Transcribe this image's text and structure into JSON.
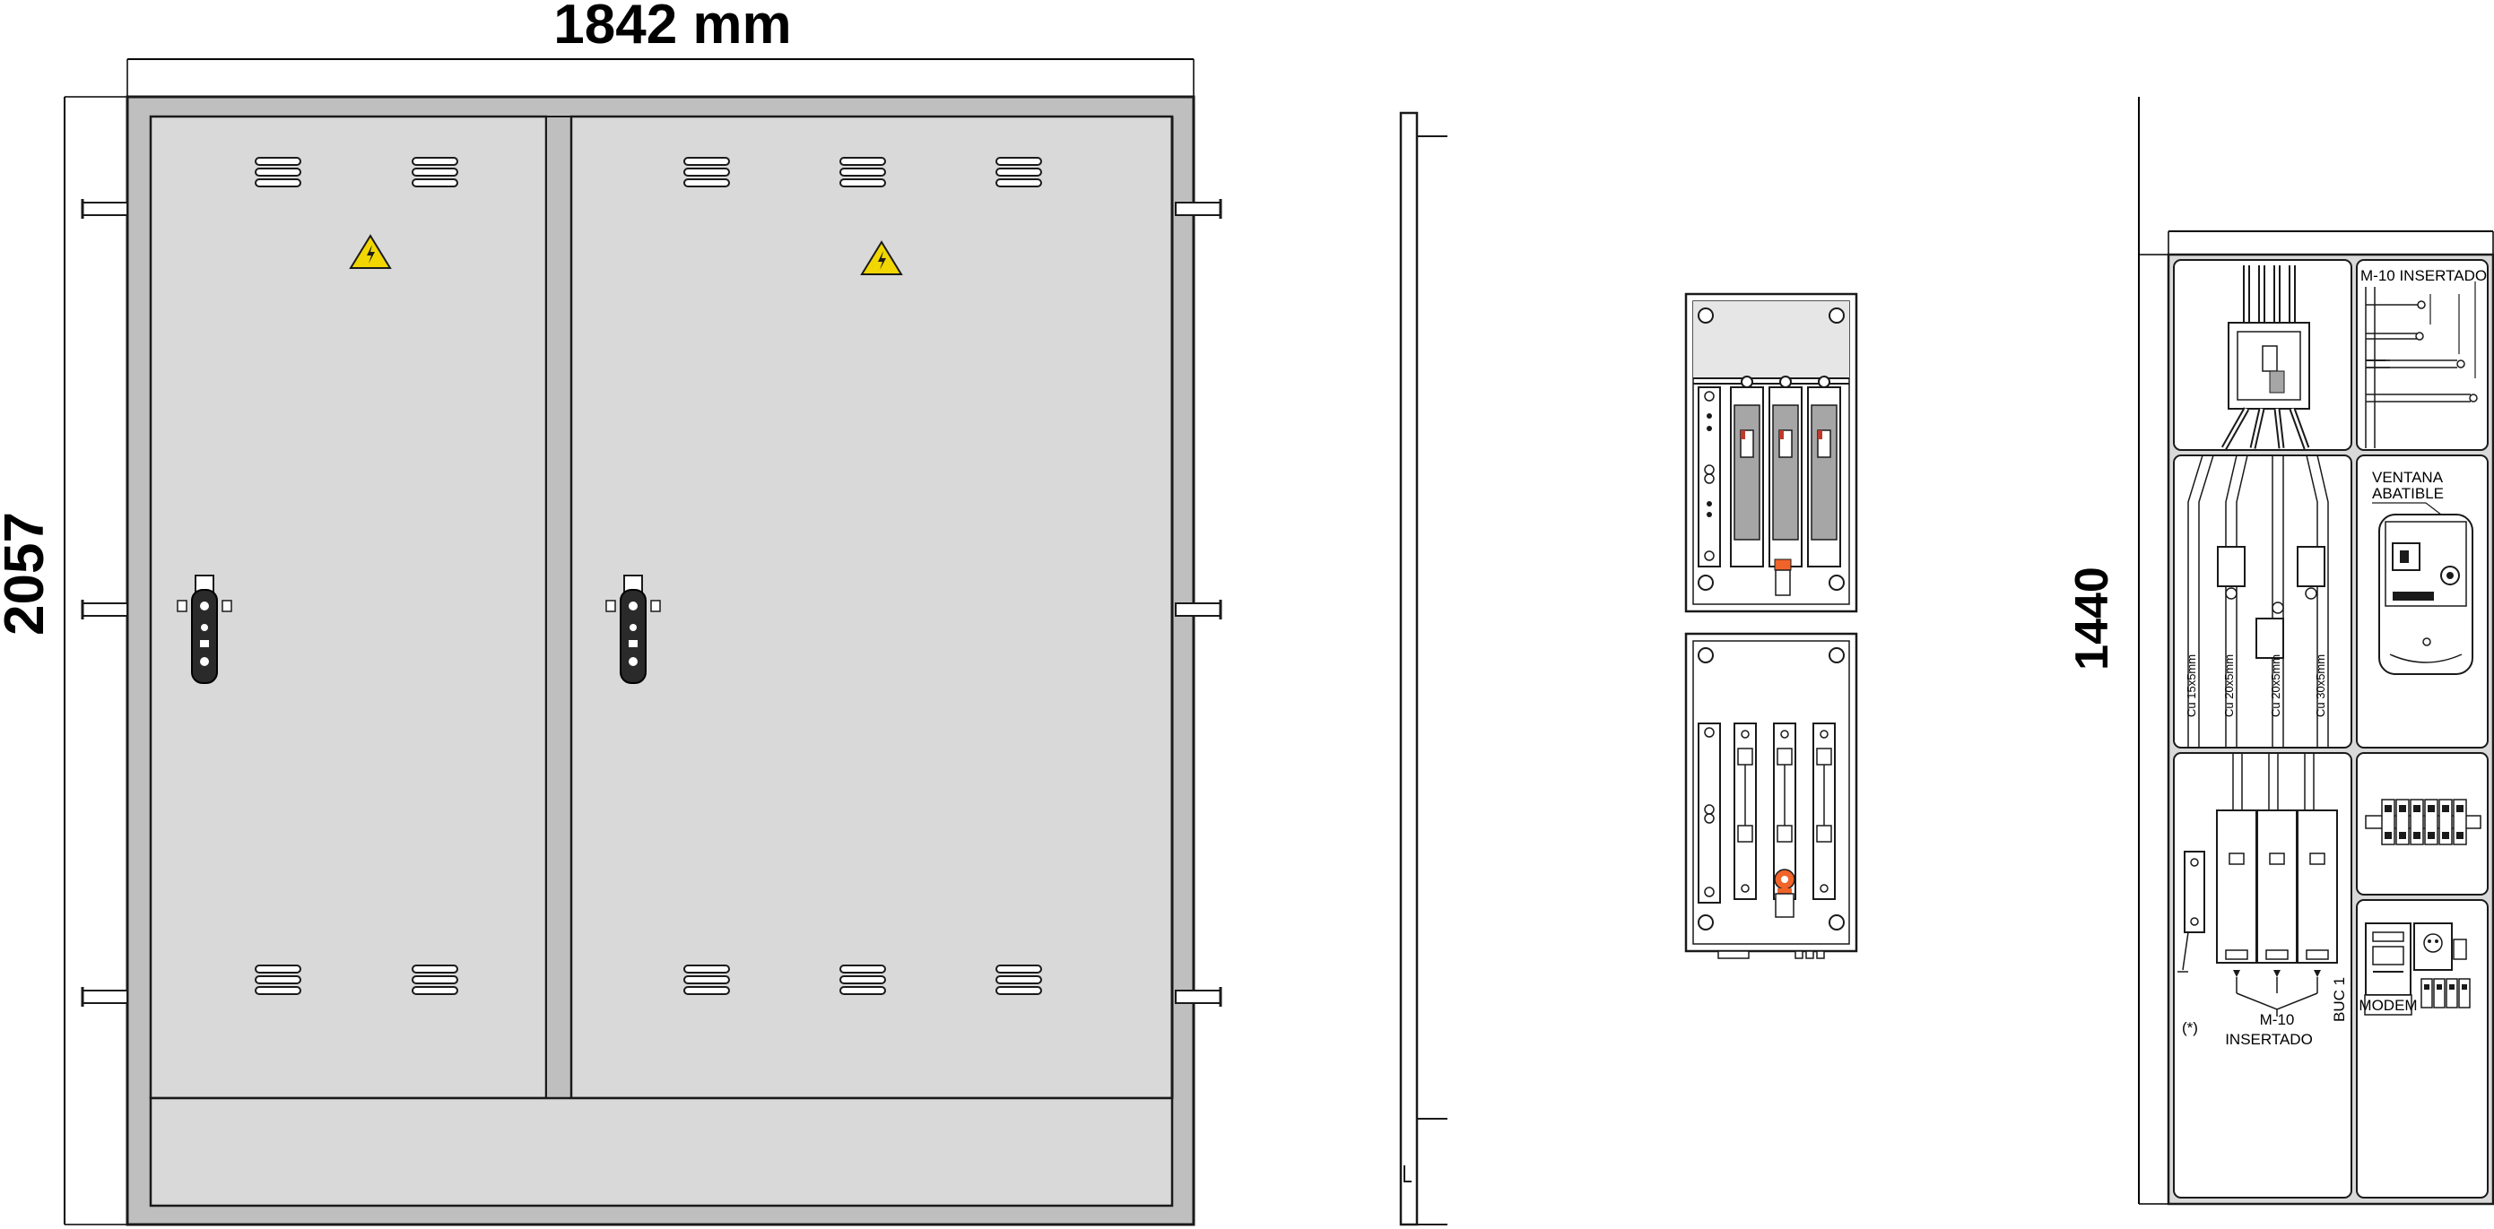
{
  "dimensions": {
    "width_label": "1842 mm",
    "height_label": "2057",
    "cabinet_height_label": "1440"
  },
  "labels": {
    "m10_insertado_top": "M-10  INSERTADO",
    "ventana_line1": "VENTANA",
    "ventana_line2": "ABATIBLE",
    "m10_bottom_line1": "M-10",
    "m10_bottom_line2": "INSERTADO",
    "note_mark": "(*)",
    "buc": "BUC 1",
    "modem": "MODEM",
    "cable_1": "Cu 15x5mm",
    "cable_2": "Cu 20x5mm",
    "cable_3": "Cu 20x5mm",
    "cable_4": "Cu 30x5mm"
  },
  "icons": {
    "warning": "high-voltage-warning-icon",
    "handle": "door-handle-icon",
    "vent": "vent-louver-icon"
  },
  "colors": {
    "panel_fill": "#d9d9d9",
    "frame_fill": "#bfbfbf",
    "line": "#1a1a1a",
    "warning_yellow": "#f2d600",
    "accent_orange": "#f0642a",
    "fuse_grey": "#a6a6a6"
  }
}
